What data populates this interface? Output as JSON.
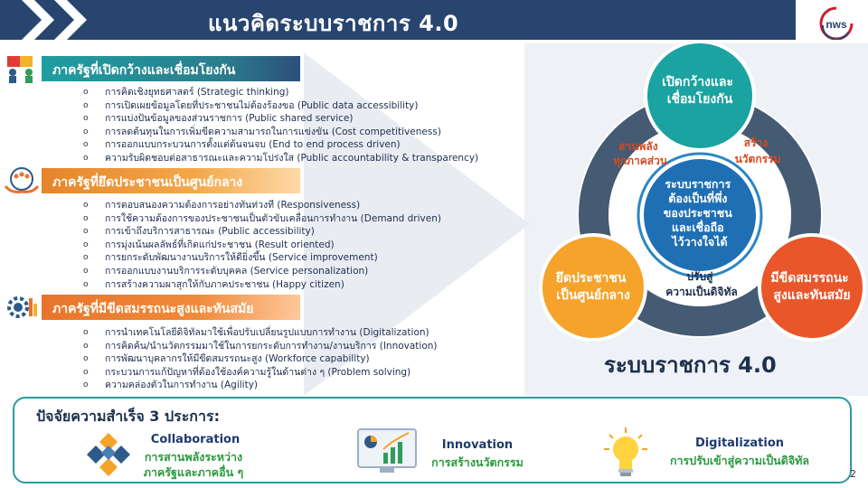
{
  "header": {
    "title": "แนวคิดระบบราชการ 4.0",
    "logo_text": "กพร"
  },
  "sections": [
    {
      "heading": "ภาครัฐที่เปิดกว้างและเชื่อมโยงกัน",
      "icon": "puzzle-people-icon",
      "items": [
        "การคิดเชิงยุทธศาสตร์  (Strategic thinking)",
        "การเปิดเผยข้อมูลโดยที่ประชาชนไม่ต้องร้องขอ (Public data accessibility)",
        "การแบ่งปันข้อมูลของส่วนราชการ (Public shared service)",
        "การลดต้นทุนในการเพิ่มขีดความสามารถในการแข่งขัน (Cost competitiveness)",
        "การออกแบบกระบวนการตั้งแต่ต้นจนจบ (End to end process driven)",
        "ความรับผิดชอบต่อสาธารณะและความโปร่งใส (Public accountability & transparency)"
      ]
    },
    {
      "heading": "ภาครัฐที่ยึดประชาชนเป็นศูนย์กลาง",
      "icon": "hands-people-icon",
      "items": [
        "การตอบสนองความต้องการอย่างทันท่วงที (Responsiveness)",
        "การใช้ความต้องการของประชาชนเป็นตัวขับเคลื่อนการทำงาน (Demand driven)",
        "การเข้าถึงบริการสาธารณะ (Public accessibility)",
        "การมุ่งเน้นผลลัพธ์ที่เกิดแก่ประชาชน (Result oriented)",
        "การยกระดับพัฒนางานบริการให้ดียิ่งขึ้น (Service improvement)",
        "การออกแบบงานบริการระดับบุคคล (Service personalization)",
        "การสร้างความผาสุกให้กับภาคประชาชน (Happy citizen)"
      ]
    },
    {
      "heading": "ภาครัฐที่มีขีดสมรรถนะสูงและทันสมัย",
      "icon": "gear-brain-icon",
      "items": [
        "การนำเทคโนโลยีดิจิทัลมาใช้เพื่อปรับเปลี่ยนรูปแบบการทำงาน (Digitalization)",
        "การคิดค้น/นำนวัตกรรมมาใช้ในการยกระดับการทำงาน/งานบริการ (Innovation)",
        "การพัฒนาบุคลากรให้มีขีดสมรรถนะสูง (Workforce capability)",
        "กระบวนการแก้ปัญหาที่ต้องใช้องค์ความรู้ในด้านต่าง ๆ (Problem solving)",
        "ความคล่องตัวในการทำงาน (Agility)"
      ]
    }
  ],
  "diagram": {
    "top_circle": [
      "เปิดกว้างและ",
      "เชื่อมโยงกัน"
    ],
    "left_circle": [
      "ยึดประชาชน",
      "เป็นศูนย์กลาง"
    ],
    "right_circle": [
      "มีขีดสมรรถนะ",
      "สูงและทันสมัย"
    ],
    "center_circle": [
      "ระบบราชการ",
      "ต้องเป็นที่พึ่ง",
      "ของประชาชน",
      "และเชื่อถือ",
      "ไว้วางใจได้"
    ],
    "ring_left": [
      "สานพลัง",
      "ทุกภาคส่วน"
    ],
    "ring_right": [
      "สร้าง",
      "นวัตกรรม"
    ],
    "ring_bottom": [
      "ปรับสู่",
      "ความเป็นดิจิทัล"
    ],
    "caption": "ระบบราชการ 4.0",
    "colors": {
      "teal": "#1aa3a0",
      "orange": "#f5a32a",
      "red_orange": "#e8562a",
      "center": "#1f6fb4",
      "ring": "#455a73"
    }
  },
  "factors": {
    "title": "ปัจจัยความสำเร็จ 3 ประการ:",
    "items": [
      {
        "icon": "collaboration-cubes-icon",
        "en": "Collaboration",
        "th": [
          "การสานพลังระหว่าง",
          "ภาครัฐและภาคอื่น ๆ"
        ]
      },
      {
        "icon": "innovation-monitor-chart-icon",
        "en": "Innovation",
        "th": [
          "การสร้างนวัตกรรม"
        ]
      },
      {
        "icon": "lightbulb-icon",
        "en": "Digitalization",
        "th": [
          "การปรับเข้าสู่ความเป็นดิจิทัล"
        ]
      }
    ]
  },
  "page_number": "2"
}
